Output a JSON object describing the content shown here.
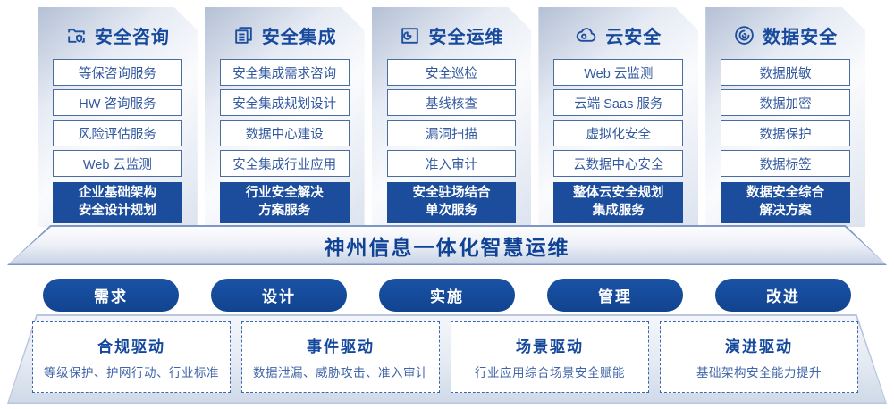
{
  "theme": {
    "primary_blue": "#1b4d9c",
    "title_blue": "#17499d",
    "item_border_blue": "#4a6c9f",
    "item_text_blue": "#33599f",
    "dashed_border_blue": "#3b67b0",
    "panel_gradient_top": "#b4c0d5",
    "panel_gradient_bottom": "#dce3ef"
  },
  "columns": [
    {
      "title": "安全咨询",
      "icon": "folder-shield-icon",
      "items": [
        "等保咨询服务",
        "HW 咨询服务",
        "风险评估服务",
        "Web 云监测"
      ],
      "footer": "企业基础架构\n安全设计规划"
    },
    {
      "title": "安全集成",
      "icon": "stacked-documents-icon",
      "items": [
        "安全集成需求咨询",
        "安全集成规划设计",
        "数据中心建设",
        "安全集成行业应用"
      ],
      "footer": "行业安全解决\n方案服务"
    },
    {
      "title": "安全运维",
      "icon": "folder-clock-icon",
      "items": [
        "安全巡检",
        "基线核查",
        "漏洞扫描",
        "准入审计"
      ],
      "footer": "安全驻场结合\n单次服务"
    },
    {
      "title": "云安全",
      "icon": "cloud-icon",
      "items": [
        "Web 云监测",
        "云端 Saas 服务",
        "虚拟化安全",
        "云数据中心安全"
      ],
      "footer": "整体云安全规划\n集成服务"
    },
    {
      "title": "数据安全",
      "icon": "fingerprint-circle-icon",
      "items": [
        "数据脱敏",
        "数据加密",
        "数据保护",
        "数据标签"
      ],
      "footer": "数据安全综合\n解决方案"
    }
  ],
  "banner": {
    "title": "神州信息一体化智慧运维"
  },
  "phases": [
    "需求",
    "设计",
    "实施",
    "管理",
    "改进"
  ],
  "drivers": [
    {
      "title": "合规驱动",
      "subtitle": "等级保护、护网行动、行业标准"
    },
    {
      "title": "事件驱动",
      "subtitle": "数据泄漏、威胁攻击、准入审计"
    },
    {
      "title": "场景驱动",
      "subtitle": "行业应用综合场景安全赋能"
    },
    {
      "title": "演进驱动",
      "subtitle": "基础架构安全能力提升"
    }
  ]
}
